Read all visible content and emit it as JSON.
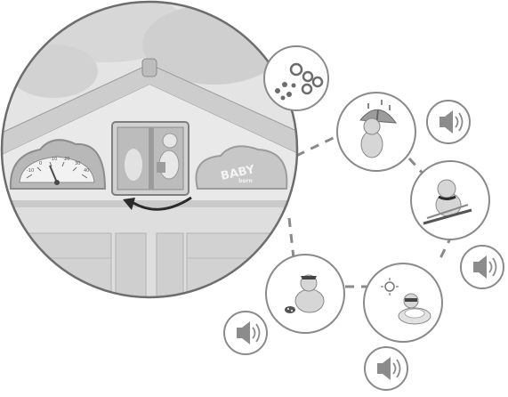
{
  "illustration": {
    "house_logo": {
      "line1": "BABY",
      "line2": "born"
    },
    "thermometer_labels": [
      "-10",
      "0",
      "10",
      "20",
      "30",
      "40"
    ],
    "weather_icons": [
      "pollen-cloud-icon",
      "rain-umbrella-bear-icon",
      "ski-bear-icon",
      "sun-swim-ring-duck-icon",
      "ladybug-duck-icon"
    ],
    "sound_icons": 4,
    "arrow": "rotate-left-arrow-icon"
  },
  "colors": {
    "background": "#ffffff",
    "outline": "#7a7a7a",
    "house_light": "#dcdcdc",
    "house_mid": "#c4c4c4",
    "house_dark": "#9c9c9c",
    "dashed_link": "#8a8a8a"
  }
}
